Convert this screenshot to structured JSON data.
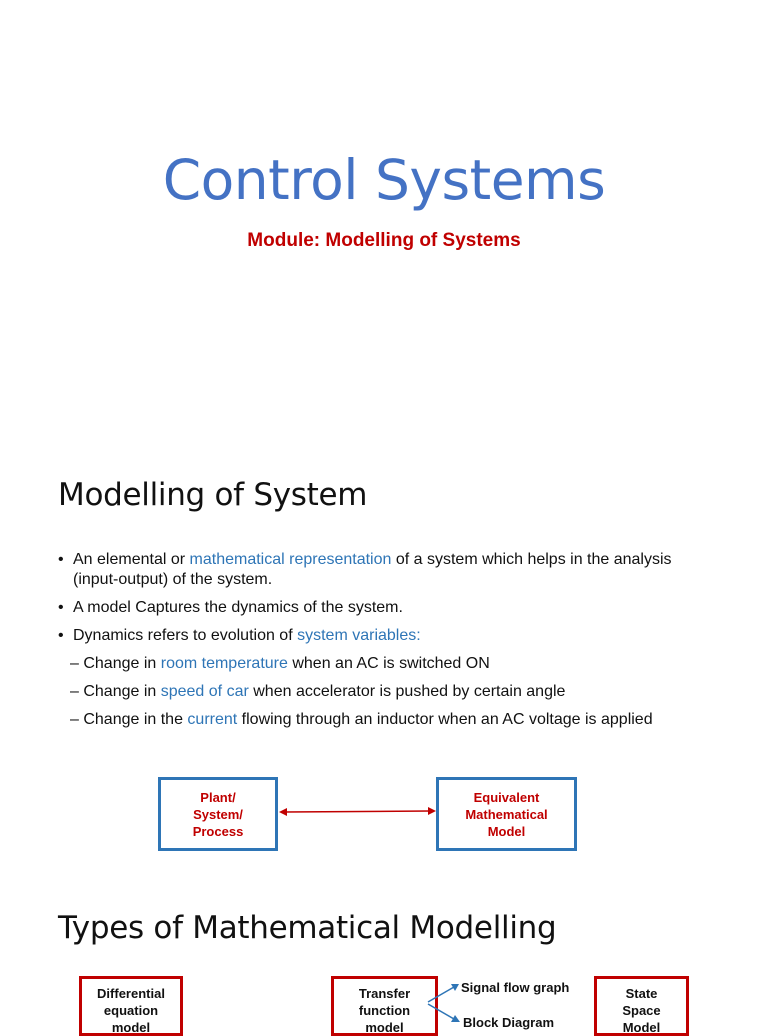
{
  "slide1": {
    "title": "Control Systems",
    "subtitle": "Module: Modelling of Systems"
  },
  "slide2": {
    "heading": "Modelling of System",
    "bullet1": {
      "a": "An elemental or ",
      "b": "mathematical representation",
      "c": " of a system which helps in the analysis (input-output) of the system."
    },
    "bullet2": "A model Captures the dynamics of the system.",
    "bullet3": {
      "a": "Dynamics refers to evolution of ",
      "b": "system variables:"
    },
    "sub1": {
      "a": "– Change in ",
      "b": "room temperature",
      "c": " when an AC is switched ON"
    },
    "sub2": {
      "a": "– Change in ",
      "b": "speed of car",
      "c": " when accelerator is pushed by certain angle"
    },
    "sub3": {
      "a": "– Change in the ",
      "b": "current",
      "c": " flowing through an inductor when an AC voltage is applied"
    },
    "bullet_symbol": "•",
    "box_left": "Plant/\nSystem/\nProcess",
    "box_right": "Equivalent\nMathematical\nModel"
  },
  "slide3": {
    "heading": "Types of Mathematical Modelling",
    "box_differential": "Differential\nequation\nmodel",
    "box_transfer": "Transfer\nfunction\nmodel",
    "label_signal_flow": "Signal flow graph",
    "label_block_diagram": "Block Diagram",
    "box_state_space": "State\nSpace\nModel"
  },
  "colors": {
    "title_blue": "#4472c4",
    "accent_blue": "#2e75b6",
    "accent_red": "#c00000"
  }
}
